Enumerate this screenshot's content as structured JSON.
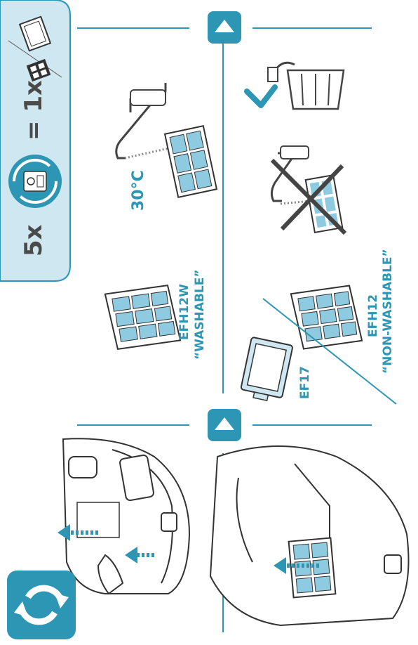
{
  "colors": {
    "accent": "#2d96b4",
    "light_blue": "#cfe7f0",
    "filter_blue": "#8fcbe0",
    "ink": "#333333"
  },
  "header": {
    "count_left": "5x",
    "equals": "= 1x",
    "icon_left": "recycle-bag-icon",
    "icon_right": "filter-icon"
  },
  "washable": {
    "model": "EFH12W",
    "label": "“WASHABLE”",
    "temperature": "30°C"
  },
  "non_washable": {
    "model": "EFH12",
    "label": "“NON-WASHABLE”",
    "alt_model": "EF17"
  },
  "icons": {
    "step_up_1": "up-arrow-icon",
    "step_up_2": "up-arrow-icon",
    "refresh": "refresh-icon",
    "trash": "trash-can-icon",
    "check": "checkmark-icon",
    "cross": "cross-icon"
  }
}
